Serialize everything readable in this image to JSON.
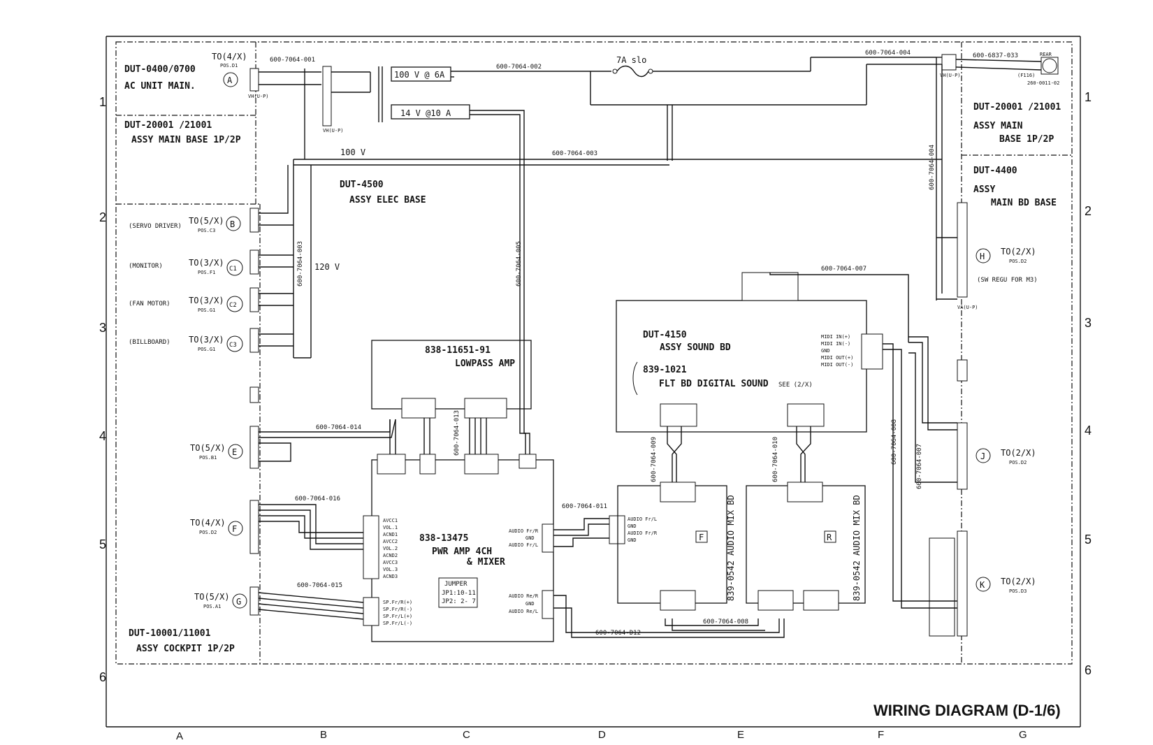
{
  "title": "WIRING DIAGRAM (D-1/6)",
  "grid": {
    "rows": [
      "1",
      "2",
      "3",
      "4",
      "5",
      "6"
    ],
    "cols": [
      "A",
      "B",
      "C",
      "D",
      "E",
      "F",
      "G"
    ]
  },
  "sections": {
    "ac_unit": {
      "name": "DUT-0400/0700",
      "desc": "AC UNIT MAIN."
    },
    "main_base_left": {
      "name": "DUT-20001 /21001",
      "desc": "ASSY MAIN BASE 1P/2P"
    },
    "elec_base": {
      "name": "DUT-4500",
      "desc": "ASSY ELEC BASE"
    },
    "cockpit": {
      "name": "DUT-10001/11001",
      "desc": "ASSY COCKPIT 1P/2P"
    },
    "main_base_right": {
      "name": "DUT-20001 /21001",
      "desc1": "ASSY MAIN",
      "desc2": "BASE 1P/2P"
    },
    "main_bd_base": {
      "name": "DUT-4400",
      "desc1": "ASSY",
      "desc2": "MAIN BD BASE"
    },
    "sound_bd": {
      "name": "DUT-4150",
      "desc": "ASSY SOUND BD"
    },
    "flt_bd": {
      "name": "839-1021",
      "desc": "FLT BD DIGITAL SOUND",
      "see": "SEE (2/X)"
    },
    "lowpass": {
      "name": "838-11651-91",
      "desc": "LOWPASS AMP"
    },
    "pwr_amp": {
      "name": "838-13475",
      "desc1": "PWR AMP 4CH",
      "desc2": "& MIXER"
    },
    "jumper": {
      "title": "JUMPER",
      "l1": "JP1:10-11",
      "l2": "JP2: 2- 7"
    },
    "mix_f": {
      "name": "839-0542 AUDIO MIX BD",
      "tag": "F"
    },
    "mix_r": {
      "name": "839-0542 AUDIO MIX BD",
      "tag": "R"
    }
  },
  "power": {
    "v100_6a": "100 V @ 6A",
    "v14_10a": "14 V @10 A",
    "fuse": "7A slo",
    "v100": "100 V",
    "v120": "120 V"
  },
  "cables": {
    "c001": "600-7064-001",
    "c002": "600-7064-002",
    "c003": "600-7064-003",
    "c003v": "600-7064-003",
    "c004": "600-7064-004",
    "c004v": "600-7064-004",
    "c005": "600-7064-005",
    "c007": "600-7064-007",
    "c007v": "600-7064-007",
    "c008": "600-7064-008",
    "c008v": "600-7064-008",
    "c009": "600-7064-009",
    "c010": "600-7064-010",
    "c011": "600-7064-011",
    "c012": "600-7064-D12",
    "c013": "600-7064-013",
    "c014": "600-7064-014",
    "c015": "600-7064-015",
    "c016": "600-7064-016",
    "fan": "600-6837-033",
    "fan_part": "260-0011-02",
    "fan_label": "REAR",
    "fan_fuse": "(F116)"
  },
  "refs": {
    "A": {
      "to": "TO(4/X)",
      "pos": "POS.D1",
      "tag": "A"
    },
    "B": {
      "to": "TO(5/X)",
      "pos": "POS.C3",
      "tag": "B",
      "note": "(SERVO DRIVER)"
    },
    "C1": {
      "to": "TO(3/X)",
      "pos": "POS.F1",
      "tag": "C1",
      "note": "(MONITOR)"
    },
    "C2": {
      "to": "TO(3/X)",
      "pos": "POS.G1",
      "tag": "C2",
      "note": "(FAN MOTOR)"
    },
    "C3": {
      "to": "TO(3/X)",
      "pos": "POS.G1",
      "tag": "C3",
      "note": "(BILLBOARD)"
    },
    "E": {
      "to": "TO(5/X)",
      "pos": "POS.B1",
      "tag": "E"
    },
    "F": {
      "to": "TO(4/X)",
      "pos": "POS.D2",
      "tag": "F"
    },
    "G": {
      "to": "TO(5/X)",
      "pos": "POS.A1",
      "tag": "G"
    },
    "H": {
      "to": "TO(2/X)",
      "pos": "POS.D2",
      "tag": "H",
      "note": "(SW REGU FOR M3)"
    },
    "J": {
      "to": "TO(2/X)",
      "pos": "POS.D2",
      "tag": "J"
    },
    "K": {
      "to": "TO(2/X)",
      "pos": "POS.D3",
      "tag": "K"
    }
  },
  "pins": {
    "avcc": [
      "AVCC1",
      "VOL.1",
      "ACND1",
      "AVCC2",
      "VOL.2",
      "ACND2",
      "AVCC3",
      "VOL.3",
      "ACND3"
    ],
    "sp_front": [
      "SP.Fr/R(+)",
      "SP.Fr/R(-)",
      "SP.Fr/L(+)",
      "SP.Fr/L(-)"
    ],
    "midi": [
      "MIDI IN(+)",
      "MIDI IN(-)",
      "GND",
      "MIDI OUT(+)",
      "MIDI OUT(-)"
    ],
    "audio_front": [
      "AUDIO Fr/R",
      "GND",
      "AUDIO Fr/L"
    ],
    "audio_mix_out": [
      "AUDIO Fr/L",
      "GND",
      "AUDIO Fr/R",
      "GND"
    ],
    "audio_rear": [
      "AUDIO Re/R",
      "GND",
      "AUDIO Re/L"
    ]
  }
}
